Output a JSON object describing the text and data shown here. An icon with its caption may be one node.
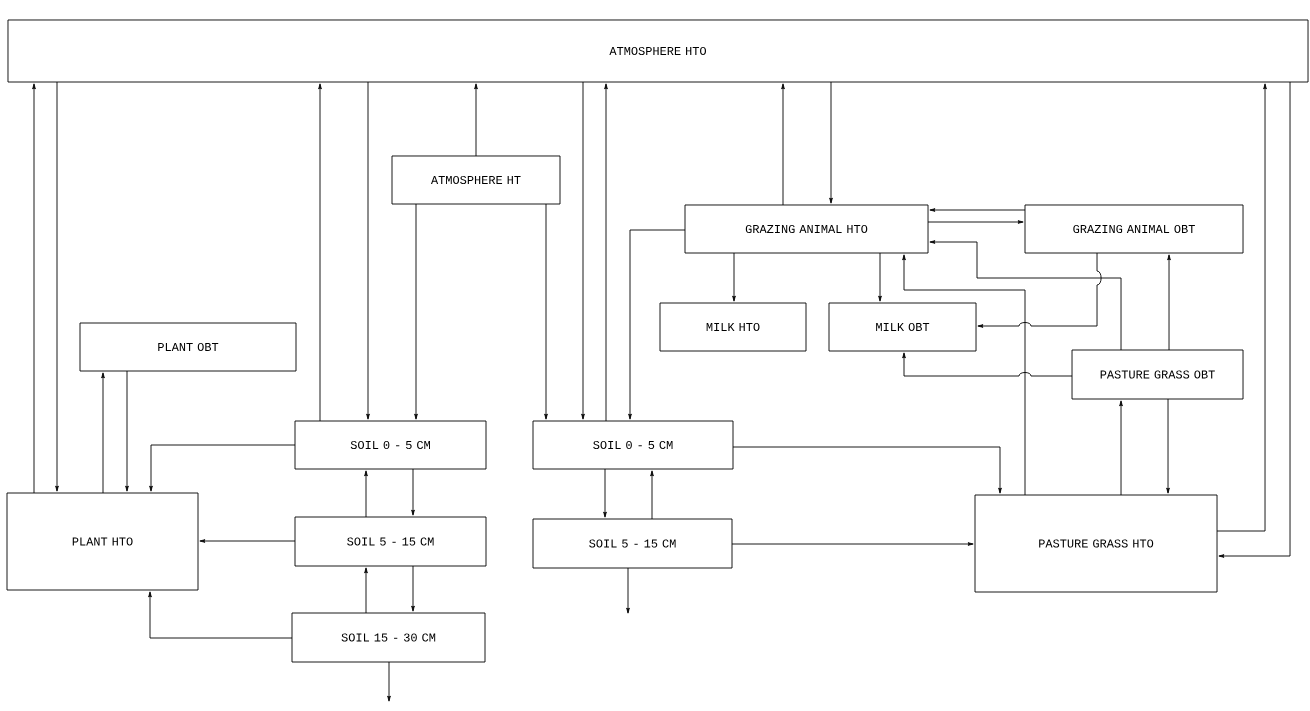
{
  "diagram": {
    "nodes": [
      {
        "text": [
          "ATMOSPHERE HTO"
        ]
      },
      {
        "text": [
          "ATMOSPHERE HT"
        ]
      },
      {
        "text": [
          "PLANT OBT"
        ]
      },
      {
        "text": [
          "PLANT HTO"
        ]
      },
      {
        "text": [
          "SOIL 0 - 5 CM"
        ]
      },
      {
        "text": [
          "SOIL 5 - 15 CM"
        ]
      },
      {
        "text": [
          "SOIL 15 - 30 CM"
        ]
      },
      {
        "text": [
          "SOIL 0 - 5 CM"
        ]
      },
      {
        "text": [
          "SOIL 5 - 15 CM"
        ]
      },
      {
        "text": [
          "GRAZING ANIMAL HTO"
        ]
      },
      {
        "text": [
          "GRAZING ANIMAL OBT"
        ]
      },
      {
        "text": [
          "MILK HTO"
        ]
      },
      {
        "text": [
          "MILK OBT"
        ]
      },
      {
        "text": [
          "PASTURE GRASS OBT"
        ]
      },
      {
        "text": [
          "PASTURE GRASS HTO"
        ]
      }
    ],
    "edges": [
      {
        "from": 3,
        "to": 0,
        "arrow": "to"
      },
      {
        "from": 0,
        "to": 3,
        "arrow": "to"
      },
      {
        "from": 3,
        "to": 2,
        "arrow": "to"
      },
      {
        "from": 2,
        "to": 3,
        "arrow": "to"
      },
      {
        "from": 4,
        "to": 3,
        "arrow": "to"
      },
      {
        "from": 5,
        "to": 3,
        "arrow": "to"
      },
      {
        "from": 6,
        "to": 3,
        "arrow": "to"
      },
      {
        "from": 4,
        "to": 0,
        "arrow": "to"
      },
      {
        "from": 0,
        "to": 4,
        "arrow": "to"
      },
      {
        "from": 1,
        "to": 4,
        "arrow": "to"
      },
      {
        "from": 1,
        "to": 0,
        "arrow": "to"
      },
      {
        "from": 4,
        "to": 5,
        "arrow": "to"
      },
      {
        "from": 5,
        "to": 4,
        "arrow": "to"
      },
      {
        "from": 5,
        "to": 6,
        "arrow": "to"
      },
      {
        "from": 6,
        "to": 5,
        "arrow": "to"
      },
      {
        "from": 6,
        "to": null,
        "arrow": "to"
      },
      {
        "from": 1,
        "to": 7,
        "arrow": "to"
      },
      {
        "from": 0,
        "to": 7,
        "arrow": "to"
      },
      {
        "from": 7,
        "to": 0,
        "arrow": "to"
      },
      {
        "from": 9,
        "to": 7,
        "arrow": "to"
      },
      {
        "from": 7,
        "to": 8,
        "arrow": "to"
      },
      {
        "from": 8,
        "to": 7,
        "arrow": "to"
      },
      {
        "from": 8,
        "to": null,
        "arrow": "to"
      },
      {
        "from": 7,
        "to": 14,
        "arrow": "to"
      },
      {
        "from": 8,
        "to": 14,
        "arrow": "to"
      },
      {
        "from": 9,
        "to": 0,
        "arrow": "to"
      },
      {
        "from": 0,
        "to": 9,
        "arrow": "to"
      },
      {
        "from": 9,
        "to": 11,
        "arrow": "to"
      },
      {
        "from": 9,
        "to": 12,
        "arrow": "to"
      },
      {
        "from": 10,
        "to": 9,
        "arrow": "to"
      },
      {
        "from": 9,
        "to": 10,
        "arrow": "to"
      },
      {
        "from": 13,
        "to": 9,
        "arrow": "to"
      },
      {
        "from": 14,
        "to": 9,
        "arrow": "to"
      },
      {
        "from": 10,
        "to": 12,
        "arrow": "to"
      },
      {
        "from": 13,
        "to": 12,
        "arrow": "to"
      },
      {
        "from": 13,
        "to": 10,
        "arrow": "to"
      },
      {
        "from": 14,
        "to": 13,
        "arrow": "to"
      },
      {
        "from": 13,
        "to": 14,
        "arrow": "to"
      },
      {
        "from": 14,
        "to": 0,
        "arrow": "to"
      },
      {
        "from": 0,
        "to": 14,
        "arrow": "to"
      }
    ]
  }
}
